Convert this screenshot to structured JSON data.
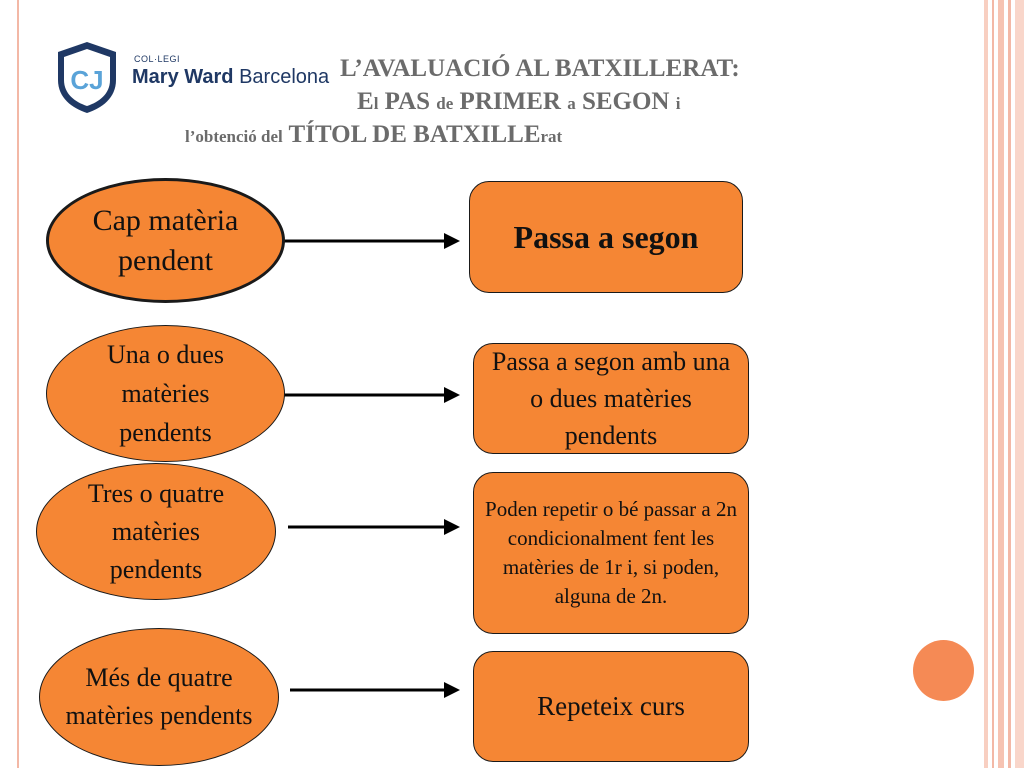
{
  "title": {
    "line1": "L’AVALUACIÓ AL BATXILLERAT:",
    "line2_p1": "E",
    "line2_p2": "l",
    "line2_p3": " PAS ",
    "line2_p4": "de",
    "line2_p5": " PRIMER ",
    "line2_p6": "a",
    "line2_p7": " SEGON ",
    "line2_p8": "i",
    "line3_p1": "l’obtenció del",
    "line3_p2": " TÍTOL DE BATXILLE",
    "line3_p3": "rat"
  },
  "logo": {
    "initials": "CJ",
    "small": "COL·LEGI",
    "name_bold": "Mary Ward",
    "name_rest": " Barcelona"
  },
  "rows": [
    {
      "condition": "Cap matèria pendent",
      "result": "Passa a segon"
    },
    {
      "condition": "Una o dues matèries pendents",
      "result": "Passa a segon amb una o dues matèries pendents"
    },
    {
      "condition": "Tres o quatre matèries pendents",
      "result": "Poden repetir o bé passar a 2n condicionalment fent les matèries de 1r i, si poden, alguna de 2n."
    },
    {
      "condition": "Més de quatre matèries pendents",
      "result": "Repeteix curs"
    }
  ],
  "colors": {
    "node_fill": "#f58634",
    "accent_stripes": "#f3b8a6",
    "title_text": "#6b6b6b",
    "logo_navy": "#1f3864"
  }
}
